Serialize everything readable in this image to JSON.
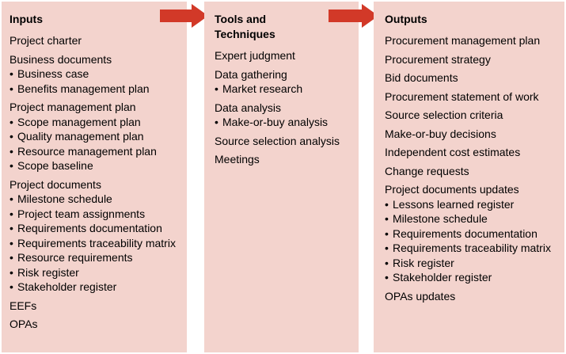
{
  "diagram": {
    "bullet_char": "•",
    "columns": [
      {
        "id": "inputs",
        "title": "Inputs",
        "groups": [
          {
            "label": "Project charter",
            "bullets": []
          },
          {
            "label": "Business documents",
            "bullets": [
              "Business case",
              "Benefits management plan"
            ]
          },
          {
            "label": "Project management plan",
            "bullets": [
              "Scope management plan",
              "Quality management plan",
              "Resource management plan",
              "Scope baseline"
            ]
          },
          {
            "label": "Project documents",
            "bullets": [
              "Milestone schedule",
              "Project team assignments",
              "Requirements documentation",
              "Requirements traceability matrix",
              "Resource requirements",
              "Risk register",
              "Stakeholder register"
            ]
          },
          {
            "label": "EEFs",
            "bullets": []
          },
          {
            "label": "OPAs",
            "bullets": []
          }
        ]
      },
      {
        "id": "tools-techniques",
        "title": "Tools and Techniques",
        "groups": [
          {
            "label": "Expert judgment",
            "bullets": []
          },
          {
            "label": "Data gathering",
            "bullets": [
              "Market research"
            ]
          },
          {
            "label": "Data analysis",
            "bullets": [
              "Make-or-buy analysis"
            ]
          },
          {
            "label": "Source selection analysis",
            "bullets": []
          },
          {
            "label": "Meetings",
            "bullets": []
          }
        ]
      },
      {
        "id": "outputs",
        "title": "Outputs",
        "groups": [
          {
            "label": "Procurement management plan",
            "bullets": []
          },
          {
            "label": "Procurement strategy",
            "bullets": []
          },
          {
            "label": "Bid documents",
            "bullets": []
          },
          {
            "label": "Procurement statement of work",
            "bullets": []
          },
          {
            "label": "Source selection criteria",
            "bullets": []
          },
          {
            "label": "Make-or-buy decisions",
            "bullets": []
          },
          {
            "label": "Independent cost estimates",
            "bullets": []
          },
          {
            "label": "Change requests",
            "bullets": []
          },
          {
            "label": "Project documents updates",
            "bullets": [
              "Lessons learned register",
              "Milestone schedule",
              "Requirements documentation",
              "Requirements traceability matrix",
              "Risk register",
              "Stakeholder register"
            ]
          },
          {
            "label": "OPAs updates",
            "bullets": []
          }
        ]
      }
    ],
    "arrows": [
      {
        "icon": "arrow-right"
      },
      {
        "icon": "arrow-right"
      }
    ],
    "colors": {
      "panel_bg": "#f3d3cd",
      "arrow": "#d23928",
      "text": "#000000",
      "background": "#ffffff"
    }
  }
}
